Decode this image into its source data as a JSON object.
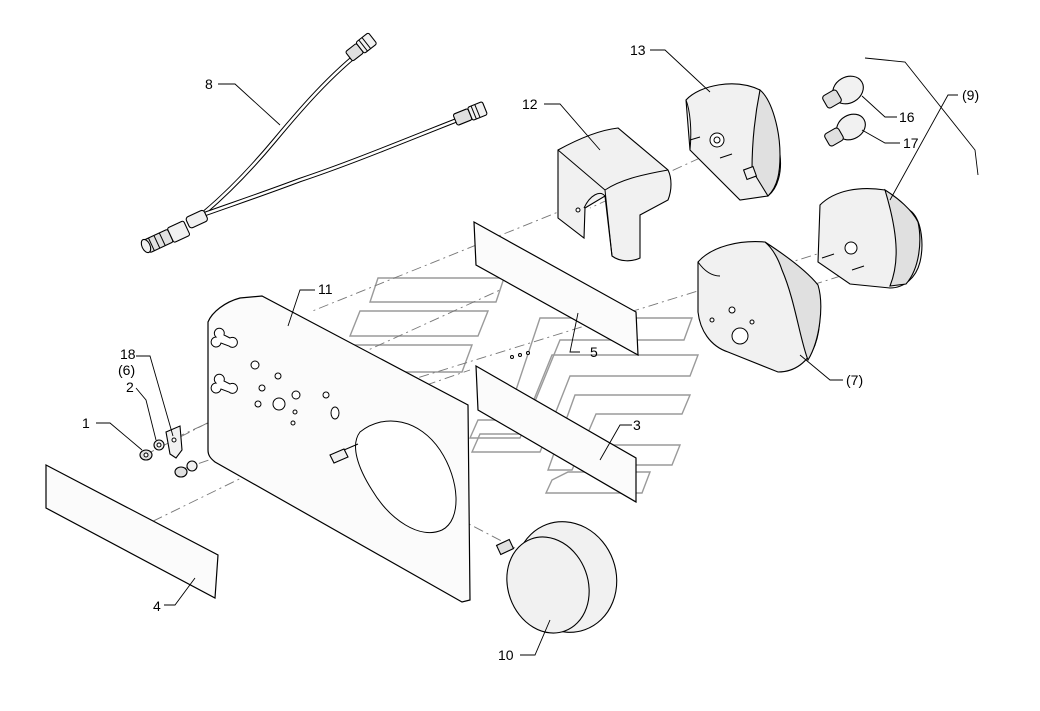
{
  "labels": {
    "p1": "1",
    "p2": "2",
    "p3": "3",
    "p4": "4",
    "p5": "5",
    "p6": "(6)",
    "p7": "(7)",
    "p8": "8",
    "p9": "(9)",
    "p10": "10",
    "p11": "11",
    "p12": "12",
    "p13": "13",
    "p16": "16",
    "p17": "17",
    "p18": "18"
  },
  "colors": {
    "line": "#000000",
    "fill": "#f1f1f1",
    "watermark": "#9a9a9a"
  }
}
